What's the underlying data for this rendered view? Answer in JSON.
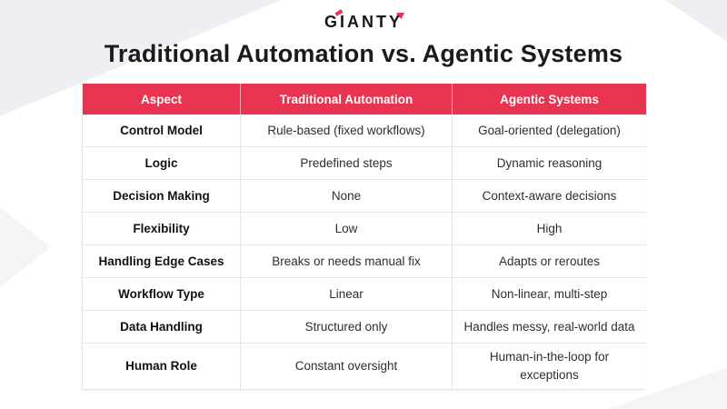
{
  "brand": {
    "letters": {
      "g": "G",
      "i": "I",
      "ant": "ANT",
      "y": "Y"
    },
    "name": "GIANTY"
  },
  "title": "Traditional Automation vs. Agentic Systems",
  "colors": {
    "accent": "#E83450",
    "header_text": "#FFFFFF",
    "deco_gray": "#EFEFF3"
  },
  "table": {
    "headers": [
      "Aspect",
      "Traditional Automation",
      "Agentic Systems"
    ],
    "rows": [
      {
        "aspect": "Control Model",
        "traditional": "Rule-based (fixed workflows)",
        "agentic": "Goal-oriented (delegation)"
      },
      {
        "aspect": "Logic",
        "traditional": "Predefined steps",
        "agentic": "Dynamic reasoning"
      },
      {
        "aspect": "Decision Making",
        "traditional": "None",
        "agentic": "Context-aware decisions"
      },
      {
        "aspect": "Flexibility",
        "traditional": "Low",
        "agentic": "High"
      },
      {
        "aspect": "Handling Edge Cases",
        "traditional": "Breaks or needs manual fix",
        "agentic": "Adapts or reroutes"
      },
      {
        "aspect": "Workflow Type",
        "traditional": "Linear",
        "agentic": "Non-linear, multi-step"
      },
      {
        "aspect": "Data Handling",
        "traditional": "Structured only",
        "agentic": "Handles messy, real-world data"
      },
      {
        "aspect": "Human Role",
        "traditional": "Constant oversight",
        "agentic": "Human-in-the-loop for exceptions"
      }
    ]
  },
  "chart_data": {
    "type": "table",
    "title": "Traditional Automation vs. Agentic Systems",
    "columns": [
      "Aspect",
      "Traditional Automation",
      "Agentic Systems"
    ],
    "rows": [
      [
        "Control Model",
        "Rule-based (fixed workflows)",
        "Goal-oriented (delegation)"
      ],
      [
        "Logic",
        "Predefined steps",
        "Dynamic reasoning"
      ],
      [
        "Decision Making",
        "None",
        "Context-aware decisions"
      ],
      [
        "Flexibility",
        "Low",
        "High"
      ],
      [
        "Handling Edge Cases",
        "Breaks or needs manual fix",
        "Adapts or reroutes"
      ],
      [
        "Workflow Type",
        "Linear",
        "Non-linear, multi-step"
      ],
      [
        "Data Handling",
        "Structured only",
        "Handles messy, real-world data"
      ],
      [
        "Human Role",
        "Constant oversight",
        "Human-in-the-loop for exceptions"
      ]
    ],
    "layout_hints": {
      "header_bg": "#E83450",
      "header_text_color": "#FFFFFF",
      "grid": true
    }
  }
}
